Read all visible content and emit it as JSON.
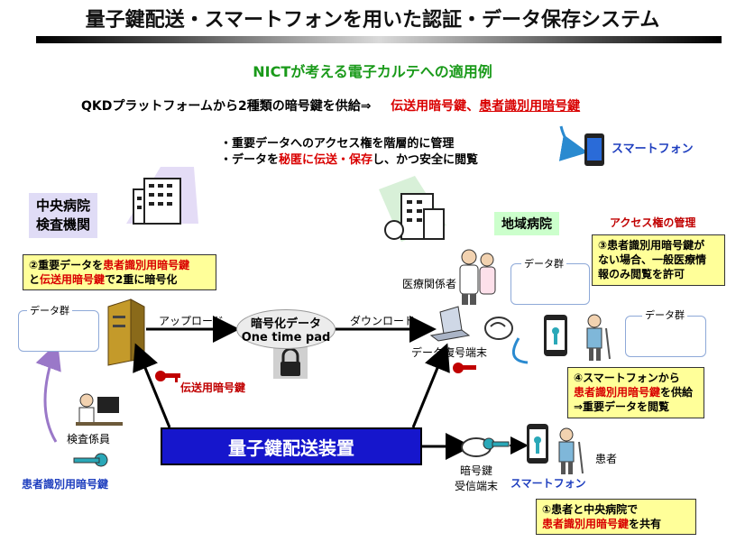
{
  "title": "量子鍵配送・スマートフォンを用いた認証・データ保存システム",
  "subtitle": "NICTが考える電子カルテへの適用例",
  "supply": {
    "prefix": "QKDプラットフォームから2種類の暗号鍵を供給⇒",
    "key1": "伝送用暗号鍵",
    "sep": "、",
    "key2": "患者識別用暗号鍵"
  },
  "bullets": {
    "b1": "・重要データへのアクセス権を階層的に管理",
    "b2_pre": "・データを",
    "b2_red": "秘匿に伝送・保存",
    "b2_post": "し、かつ安全に閲覧"
  },
  "smartphone_top_label": "スマートフォン",
  "central_hospital": {
    "line1": "中央病院",
    "line2": "検査機関"
  },
  "regional_hospital": "地域病院",
  "access_control": "アクセス権の管理",
  "medical_staff": "医療関係者",
  "callout2": {
    "line1_pre": "②重要データを",
    "line1_red": "患者識別用暗号鍵",
    "line2_pre": "と",
    "line2_red": "伝送用暗号鍵",
    "line2_post": "で2重に暗号化"
  },
  "callout3": {
    "line1": "③患者識別用暗号鍵が",
    "line2": "ない場合、一般医療情",
    "line3": "報のみ閲覧を許可"
  },
  "callout4": {
    "line1": "④スマートフォンから",
    "line2_red": "患者識別用暗号鍵",
    "line2_post": "を供給",
    "line3": "⇒重要データを閲覧"
  },
  "callout1": {
    "line1": "①患者と中央病院で",
    "line2_red": "患者識別用暗号鍵",
    "line2_post": "を共有"
  },
  "data_group": "データ群",
  "upload": "アップロード",
  "download": "ダウンロード",
  "encrypted_data": {
    "line1": "暗号化データ",
    "line2": "One time pad"
  },
  "decrypt_terminal": "データ復号端末",
  "transmission_key": "伝送用暗号鍵",
  "inspector": "検査係員",
  "patient_id_key": "患者識別用暗号鍵",
  "qkd_device": "量子鍵配送装置",
  "key_receiver": {
    "line1": "暗号鍵",
    "line2": "受信端末"
  },
  "smartphone_bottom_label": "スマートフォン",
  "patient": "患者",
  "colors": {
    "qkd_blue": "#1616cc",
    "key_red": "#c00000",
    "key_teal": "#2aa8b8",
    "callout_yellow": "#ffff99",
    "title_green": "#1a9a1a"
  }
}
